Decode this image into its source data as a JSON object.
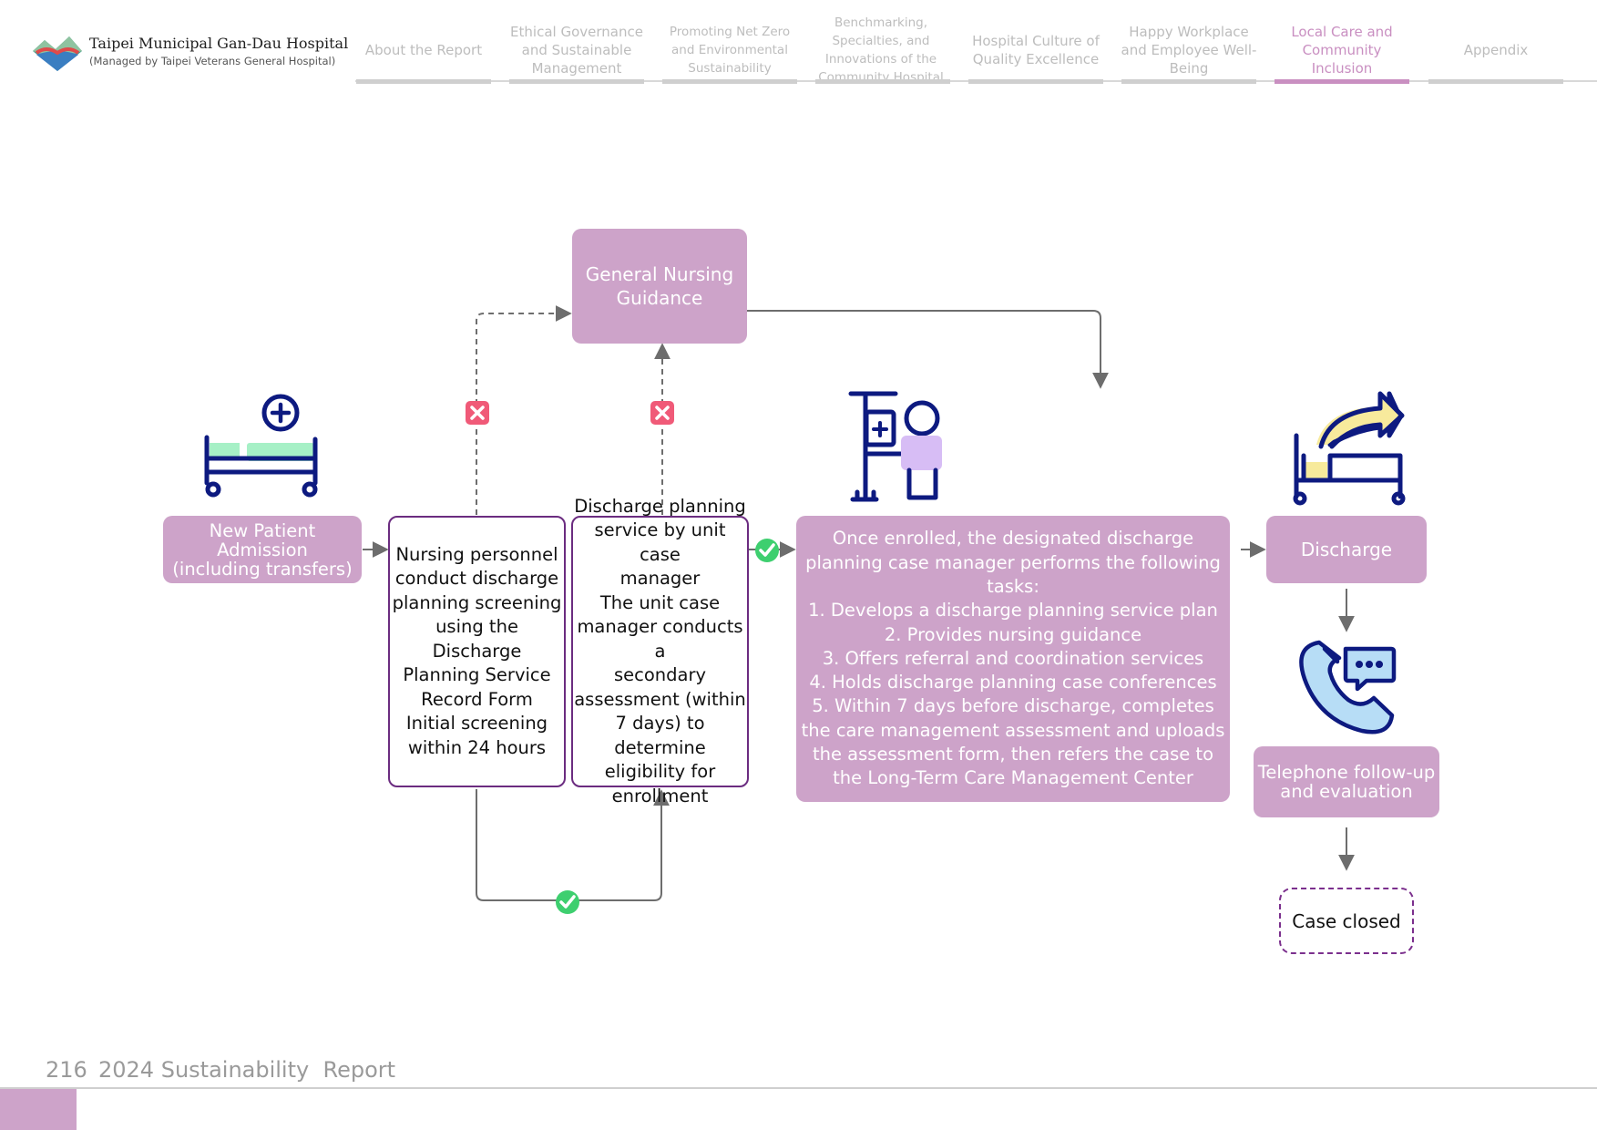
{
  "header": {
    "hospital_name": "Taipei Municipal Gan-Dau Hospital",
    "hospital_subtitle": "(Managed by Taipei Veterans General Hospital)",
    "nav": [
      {
        "label": "About the Report"
      },
      {
        "label": "Ethical Governance and Sustainable Management"
      },
      {
        "label": "Promoting Net Zero and Environmental Sustainability"
      },
      {
        "label": "Benchmarking, Specialties, and Innovations of the Community Hospital"
      },
      {
        "label": "Hospital Culture of Quality Excellence"
      },
      {
        "label": "Happy Workplace and Employee Well-Being"
      },
      {
        "label": "Local Care and Community Inclusion"
      },
      {
        "label": "Appendix"
      }
    ]
  },
  "flow": {
    "admission": [
      "New Patient Admission",
      "(including transfers)"
    ],
    "general_guidance": [
      "General Nursing",
      "Guidance"
    ],
    "screening": [
      "Nursing personnel",
      "conduct discharge",
      "planning screening",
      "using the Discharge",
      "Planning Service",
      "Record Form",
      "Initial screening",
      "within 24 hours"
    ],
    "case_manager": [
      "Discharge planning",
      "service by unit case",
      "manager",
      "The unit case",
      "manager conducts a",
      "secondary",
      "assessment (within",
      "7 days) to determine",
      "eligibility for",
      "enrollment"
    ],
    "tasks": [
      "Once enrolled, the designated discharge",
      "planning case manager performs the following",
      "tasks:",
      "1. Develops a discharge planning service plan",
      "2. Provides nursing guidance",
      "3. Offers referral and coordination services",
      "4. Holds discharge planning case conferences",
      "5. Within 7 days before discharge, completes",
      "the care management assessment and uploads",
      "the assessment form, then refers the case to",
      "the Long-Term Care Management Center"
    ],
    "discharge": "Discharge",
    "telephone": [
      "Telephone follow-up",
      "and evaluation"
    ],
    "closed": "Case closed"
  },
  "footer": {
    "page_number": "216",
    "report_title": "2024 Sustainability  Report"
  },
  "colors": {
    "accent": "#cda3c9",
    "nav_active": "#c98fc1",
    "outline": "#6b2c80",
    "icon_navy": "#0d1a80",
    "yes": "#3ecf6f",
    "no": "#f05a78"
  }
}
